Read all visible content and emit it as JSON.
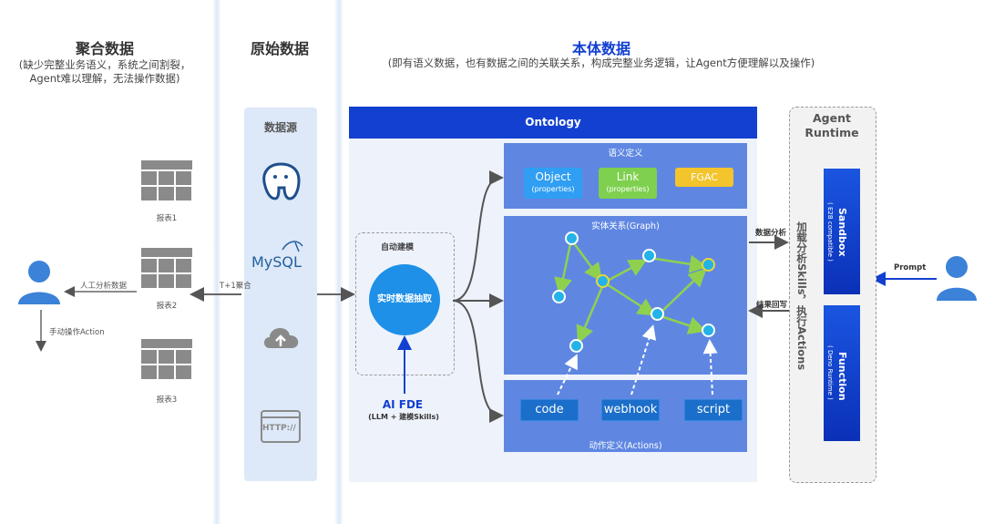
{
  "sections": {
    "aggregate": {
      "title": "聚合数据",
      "subtitle_line1": "(缺少完整业务语义，系统之间割裂，",
      "subtitle_line2": "Agent难以理解，无法操作数据)"
    },
    "raw": {
      "title": "原始数据"
    },
    "ontology": {
      "title": "本体数据",
      "subtitle": "(即有语义数据，也有数据之间的关联关系，构成完整业务逻辑，让Agent方便理解以及操作)"
    }
  },
  "left": {
    "reports": [
      "报表1",
      "报表2",
      "报表3"
    ],
    "manual_analysis": "人工分析数据",
    "manual_action": "手动操作Action"
  },
  "source": {
    "title": "数据源",
    "items": [
      "postgresql-icon",
      "mysql-icon",
      "cloud-upload-icon",
      "http-icon"
    ],
    "mysql_label": "MySQL",
    "http_label": "HTTP://",
    "aggregate_label": "T+1聚合"
  },
  "ontology_panel": {
    "header": "Ontology",
    "auto_model_title": "自动建模",
    "extract_label": "实时数据抽取",
    "ai_fde": "AI FDE",
    "ai_fde_sub": "(LLM + 建模Skills)",
    "semantic": {
      "title": "语义定义",
      "object": "Object",
      "object_sub": "(properties)",
      "link": "Link",
      "link_sub": "(properties)",
      "fgac": "FGAC"
    },
    "graph": {
      "title": "实体关系(Graph)"
    },
    "actions": {
      "title": "动作定义(Actions)",
      "buttons": [
        "code",
        "webhook",
        "script"
      ]
    }
  },
  "runtime": {
    "title_line1": "Agent",
    "title_line2": "Runtime",
    "sandbox": "Sandbox",
    "sandbox_sub": "( E2B compatible )",
    "function": "Function",
    "function_sub": "( Deno Runtime )",
    "vertical_label": "加载分析Skills，执行Actions",
    "data_analysis": "数据分析",
    "result_writeback": "结果回写",
    "prompt": "Prompt"
  },
  "colors": {
    "accent_blue": "#1340d0",
    "panel_blue": "#5f87e2",
    "node_blue": "#23b3e8",
    "edge_green": "#8fd14f"
  }
}
